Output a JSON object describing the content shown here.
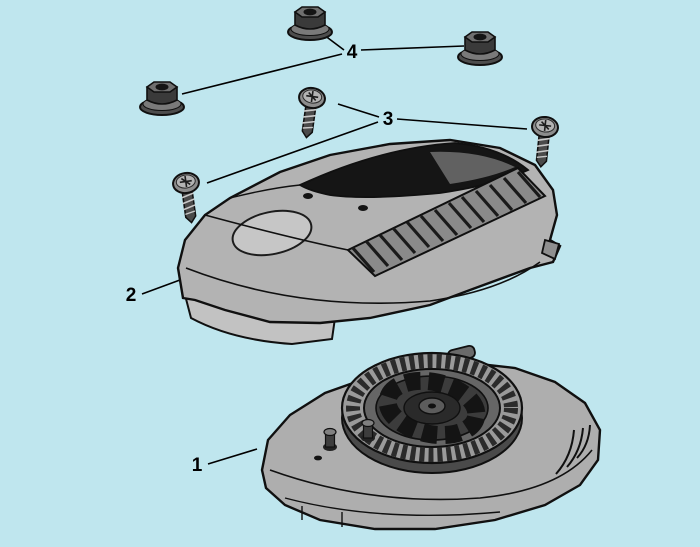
{
  "colors": {
    "background": "#bfe6ee",
    "outline": "#101010",
    "part_gray": "#b3b3b3",
    "dark_panel": "#161616"
  },
  "labels": {
    "l1": "1",
    "l2": "2",
    "l3": "3",
    "l4": "4"
  },
  "parts": [
    {
      "label": "1",
      "name": "lower-housing"
    },
    {
      "label": "2",
      "name": "upper-cover"
    },
    {
      "label": "3",
      "name": "pan-head-screws"
    },
    {
      "label": "4",
      "name": "flange-nuts"
    }
  ]
}
